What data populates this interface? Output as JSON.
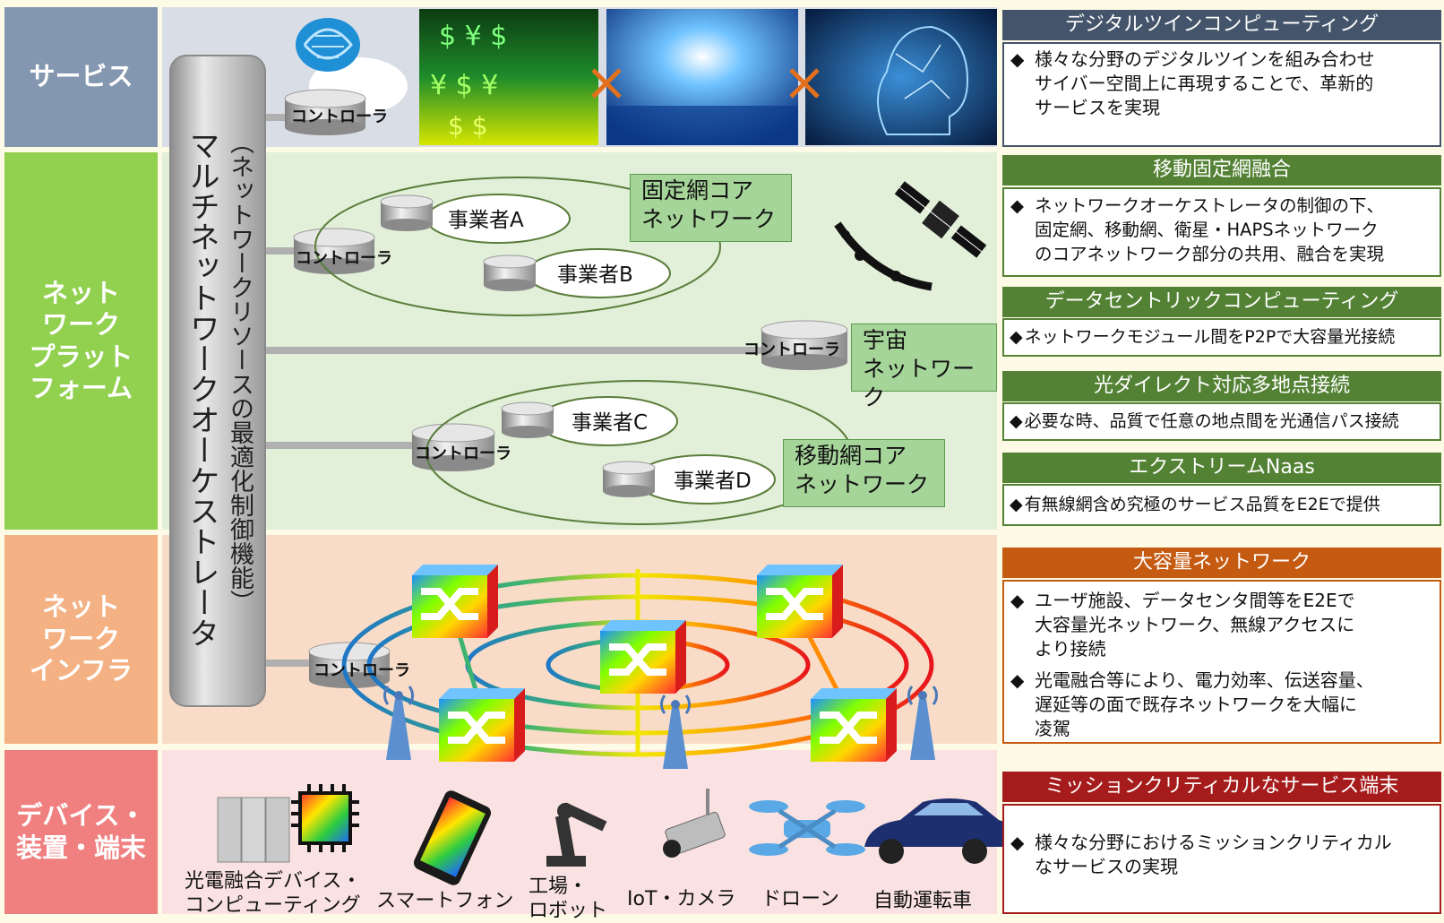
{
  "layers": [
    {
      "label": "サービス",
      "color": "#8497b0"
    },
    {
      "label": "ネット\nワーク\nプラット\nフォーム",
      "color": "#92d050"
    },
    {
      "label": "ネット\nワーク\nインフラ",
      "color": "#f4b183"
    },
    {
      "label": "デバイス・\n装置・端末",
      "color": "#f08080"
    }
  ],
  "orchestrator": {
    "main": "マルチネットワークオーケストレータ",
    "sub": "（ネットワークリソースの最適化制御機能）"
  },
  "controller_label": "コントローラ",
  "operators": [
    "事業者A",
    "事業者B",
    "事業者C",
    "事業者D"
  ],
  "networks": {
    "fixed_core": "固定網コア\nネットワーク",
    "space": "宇宙\nネットワーク",
    "mobile_core": "移動網コア\nネットワーク"
  },
  "devices": [
    "光電融合デバイス・\nコンピューティング",
    "スマートフォン",
    "工場・\nロボット",
    "IoT・カメラ",
    "ドローン",
    "自動運転車"
  ],
  "panels": [
    {
      "title": "デジタルツインコンピューティング",
      "color": "#44546a",
      "bullets": [
        "様々な分野のデジタルツインを組み合わせ\nサイバー空間上に再現することで、革新的\nサービスを実現"
      ]
    },
    {
      "title": "移動固定網融合",
      "color": "#548235",
      "bullets": [
        "ネットワークオーケストレータの制御の下、\n固定網、移動網、衛星・HAPSネットワーク\nのコアネットワーク部分の共用、融合を実現"
      ]
    },
    {
      "title": "データセントリックコンピューティング",
      "color": "#548235",
      "bullets": [
        "ネットワークモジュール間をP2Pで大容量光接続"
      ]
    },
    {
      "title": "光ダイレクト対応多地点接続",
      "color": "#548235",
      "bullets": [
        "必要な時、品質で任意の地点間を光通信パス接続"
      ]
    },
    {
      "title": "エクストリームNaas",
      "color": "#548235",
      "bullets": [
        "有無線網含め究極のサービス品質をE2Eで提供"
      ]
    },
    {
      "title": "大容量ネットワーク",
      "color": "#c55a11",
      "bullets": [
        "ユーザ施設、データセンタ間等をE2Eで\n大容量光ネットワーク、無線アクセスに\nより接続",
        "光電融合等により、電力効率、伝送容量、\n遅延等の面で既存ネットワークを大幅に\n凌駕"
      ]
    },
    {
      "title": "ミッションクリティカルなサービス端末",
      "color": "#a61c1c",
      "bullets": [
        "様々な分野におけるミッションクリティカル\nなサービスの実現"
      ]
    }
  ]
}
